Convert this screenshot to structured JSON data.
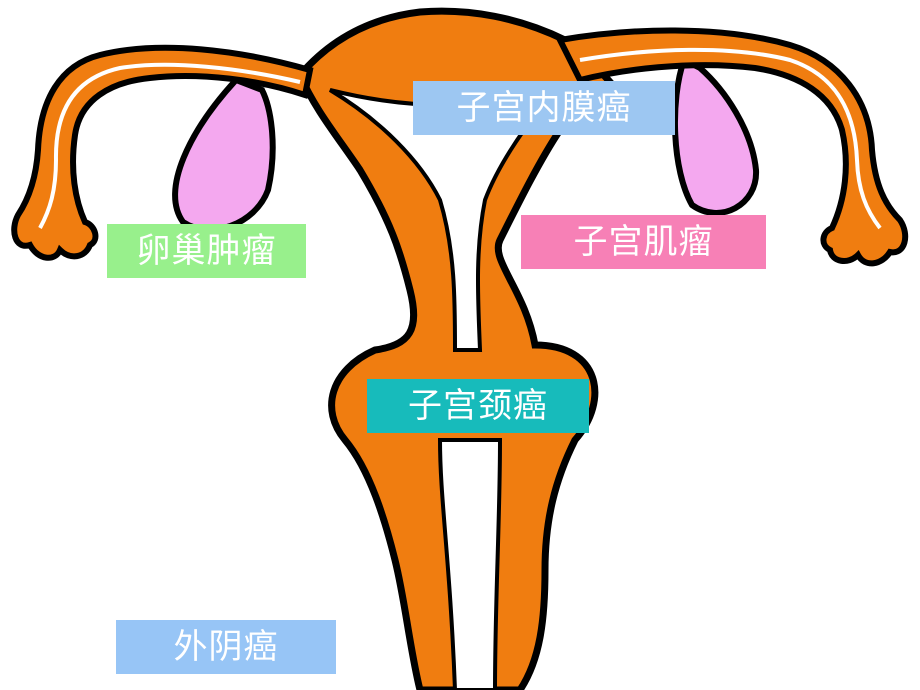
{
  "colors": {
    "organ": "#f07d10",
    "outline": "#000000",
    "ovary": "#f4a8ef",
    "tube_line": "#ffffff",
    "label_endometrial": "#9dc7f2",
    "label_ovarian": "#98f08c",
    "label_myoma": "#f780b6",
    "label_cervical": "#17bbbb",
    "label_vulvar": "#97c5f6"
  },
  "labels": {
    "endometrial_cancer": "子宫内膜癌",
    "ovarian_tumor": "卵巢肿瘤",
    "uterine_fibroid": "子宫肌瘤",
    "cervical_cancer": "子宫颈癌",
    "vulvar_cancer": "外阴癌"
  }
}
